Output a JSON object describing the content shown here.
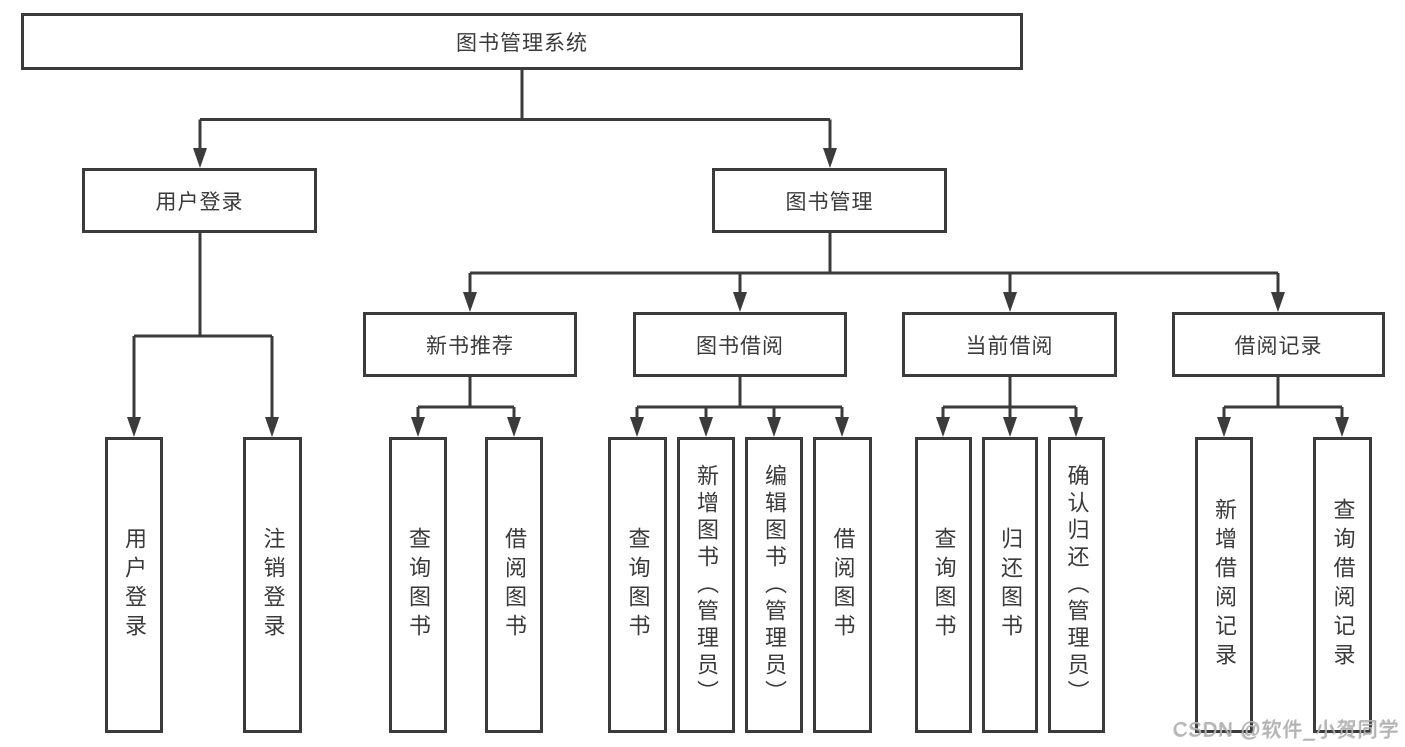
{
  "diagram": {
    "title": "图书管理系统",
    "type": "functional-structure-tree",
    "colors": {
      "line": "#3b3b3b",
      "text": "#3a3a3a",
      "box_background": "#ffffff",
      "watermark": "#b3b3b3"
    }
  },
  "nodes": {
    "root": {
      "label": "图书管理系统"
    },
    "user_login": {
      "label": "用户登录"
    },
    "book_mgmt": {
      "label": "图书管理"
    },
    "new_book_rec": {
      "label": "新书推荐"
    },
    "book_borrow": {
      "label": "图书借阅"
    },
    "current_borrow": {
      "label": "当前借阅"
    },
    "borrow_records": {
      "label": "借阅记录"
    },
    "leaf_user_login": {
      "label": "用户登录"
    },
    "leaf_logout": {
      "label": "注销登录"
    },
    "leaf_nb_query": {
      "label": "查询图书"
    },
    "leaf_nb_borrow": {
      "label": "借阅图书"
    },
    "leaf_bb_query": {
      "label": "查询图书"
    },
    "leaf_bb_add": {
      "label": "新增图书（管理员）"
    },
    "leaf_bb_edit": {
      "label": "编辑图书（管理员）"
    },
    "leaf_bb_borrow": {
      "label": "借阅图书"
    },
    "leaf_cb_query": {
      "label": "查询图书"
    },
    "leaf_cb_return": {
      "label": "归还图书"
    },
    "leaf_cb_confirm": {
      "label": "确认归还（管理员）"
    },
    "leaf_br_add": {
      "label": "新增借阅记录"
    },
    "leaf_br_query": {
      "label": "查询借阅记录"
    }
  },
  "hierarchy": {
    "图书管理系统": {
      "用户登录": [
        "用户登录",
        "注销登录"
      ],
      "图书管理": {
        "新书推荐": [
          "查询图书",
          "借阅图书"
        ],
        "图书借阅": [
          "查询图书",
          "新增图书（管理员）",
          "编辑图书（管理员）",
          "借阅图书"
        ],
        "当前借阅": [
          "查询图书",
          "归还图书",
          "确认归还（管理员）"
        ],
        "借阅记录": [
          "新增借阅记录",
          "查询借阅记录"
        ]
      }
    }
  },
  "watermark": {
    "text": "CSDN @软件_小贺同学"
  }
}
